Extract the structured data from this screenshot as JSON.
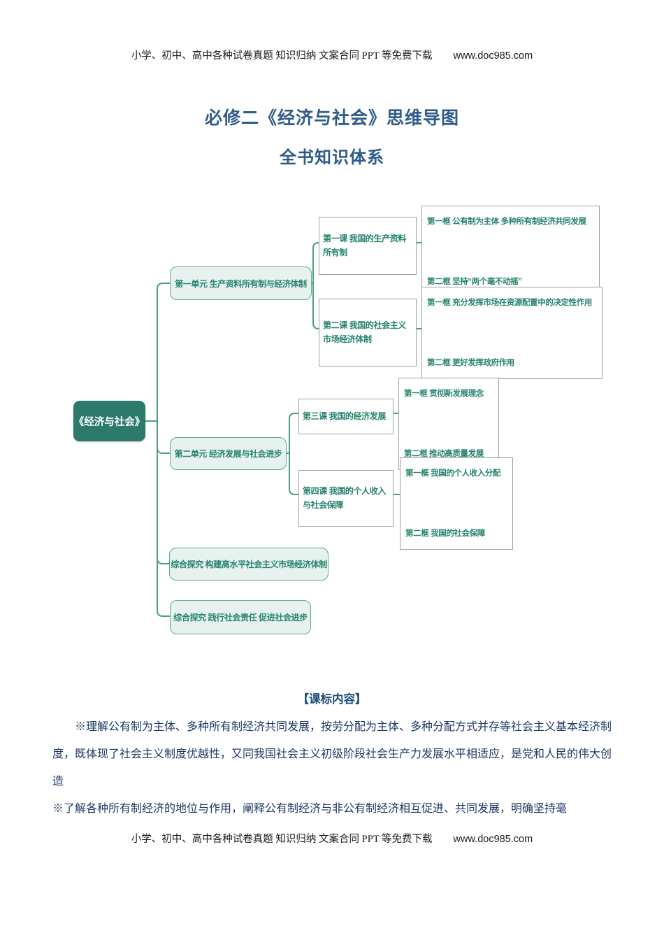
{
  "header": {
    "links_text": "小学、初中、高中各种试卷真题  知识归纳  文案合同  PPT 等免费下载",
    "site": "www.doc985.com"
  },
  "footer": {
    "links_text": "小学、初中、高中各种试卷真题  知识归纳  文案合同  PPT 等免费下载",
    "site": "www.doc985.com"
  },
  "title": "必修二《经济与社会》思维导图",
  "subtitle": "全书知识体系",
  "mindmap": {
    "root": {
      "label": "《经济与社会》"
    },
    "unit1": {
      "label": "第一单元 生产资料所有制与经济体制"
    },
    "unit2": {
      "label": "第二单元 经济发展与社会进步"
    },
    "explore1": {
      "label": "综合探究 构建高水平社会主义市场经济体制"
    },
    "explore2": {
      "label": "综合探究 践行社会责任 促进社会进步"
    },
    "lesson1": {
      "label": "第一课 我国的生产资料所有制"
    },
    "lesson2": {
      "label": "第二课 我国的社会主义市场经济体制"
    },
    "lesson3": {
      "label": "第三课 我国的经济发展"
    },
    "lesson4": {
      "label": "第四课 我国的个人收入与社会保障"
    },
    "frames_lesson1": {
      "f1": "第一框 公有制为主体 多种所有制经济共同发展",
      "f2": "第二框 坚持“两个毫不动摇”"
    },
    "frames_lesson2": {
      "f1": "第一框 充分发挥市场在资源配置中的决定性作用",
      "f2": "第二框 更好发挥政府作用"
    },
    "frames_lesson3": {
      "f1": "第一框 贯彻新发展理念",
      "f2": "第二框 推动高质量发展"
    },
    "frames_lesson4": {
      "f1": "第一框 我国的个人收入分配",
      "f2": "第二框 我国的社会保障"
    }
  },
  "content": {
    "section_heading": "【课标内容】",
    "paragraph1": "※理解公有制为主体、多种所有制经济共同发展，按劳分配为主体、多种分配方式并存等社会主义基本经济制度，既体现了社会主义制度优越性，又同我国社会主义初级阶段社会生产力发展水平相适应，是党和人民的伟大创造",
    "paragraph2": "※了解各种所有制经济的地位与作用，阐释公有制经济与非公有制经济相互促进、共同发展，明确坚持毫"
  },
  "colors": {
    "root_fill": "#2B7A6A",
    "node_text": "#26836F",
    "unit_fill": "#E7F2EE",
    "unit_border": "#62A794",
    "frame_border": "#98A19E",
    "connector": "#4F9C89",
    "heading_blue": "#2E5B8A",
    "body_blue": "#1F3864"
  }
}
